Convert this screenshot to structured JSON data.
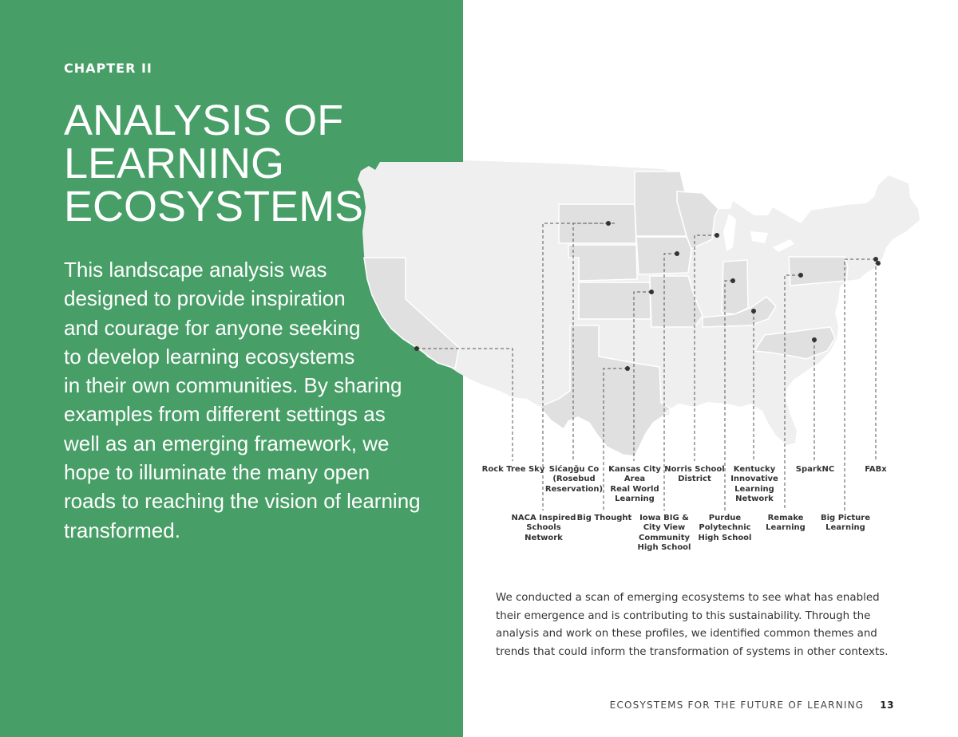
{
  "chapter_label": "CHAPTER II",
  "title_lines": [
    "ANALYSIS OF",
    "LEARNING",
    "ECOSYSTEMS"
  ],
  "intro_lines": [
    "This landscape analysis was",
    "designed to provide inspiration",
    "and courage for anyone seeking",
    "to develop learning ecosystems",
    "in their own communities. By sharing",
    "examples from different settings as",
    "well as an emerging framework, we",
    "hope to illuminate the many open",
    "roads to reaching the vision of learning",
    "transformed."
  ],
  "map_labels": [
    {
      "lines": [
        "Rock Tree Sky"
      ]
    },
    {
      "lines": [
        "Sićaŋǧu Co",
        "(Rosebud",
        "Reservation)"
      ]
    },
    {
      "lines": [
        "Kansas City",
        "Area",
        "Real World",
        "Learning"
      ]
    },
    {
      "lines": [
        "Norris School",
        "District"
      ]
    },
    {
      "lines": [
        "Kentucky",
        "Innovative",
        "Learning",
        "Network"
      ]
    },
    {
      "lines": [
        "SparkNC"
      ]
    },
    {
      "lines": [
        "FABx"
      ]
    },
    {
      "lines": [
        "NACA Inspired",
        "Schools",
        "Network"
      ]
    },
    {
      "lines": [
        "Big Thought"
      ]
    },
    {
      "lines": [
        "Iowa BIG &",
        "City View",
        "Community",
        "High School"
      ]
    },
    {
      "lines": [
        "Purdue",
        "Polytechnic",
        "High School"
      ]
    },
    {
      "lines": [
        "Remake",
        "Learning"
      ]
    },
    {
      "lines": [
        "Big Picture",
        "Learning"
      ]
    }
  ],
  "body_lines": [
    "We conducted a scan of emerging ecosystems to see what has enabled",
    "their emergence and is contributing to this sustainability. Through the",
    "analysis and work on these profiles, we identified common themes and",
    "trends that could inform the transformation of systems in other contexts."
  ],
  "footer": {
    "title": "ECOSYSTEMS FOR THE FUTURE OF LEARNING",
    "page_number": "13"
  },
  "colors": {
    "green": "#479e66",
    "map_fill": "#efefef",
    "highlight_fill": "#e0e0e0",
    "text": "#333333"
  }
}
